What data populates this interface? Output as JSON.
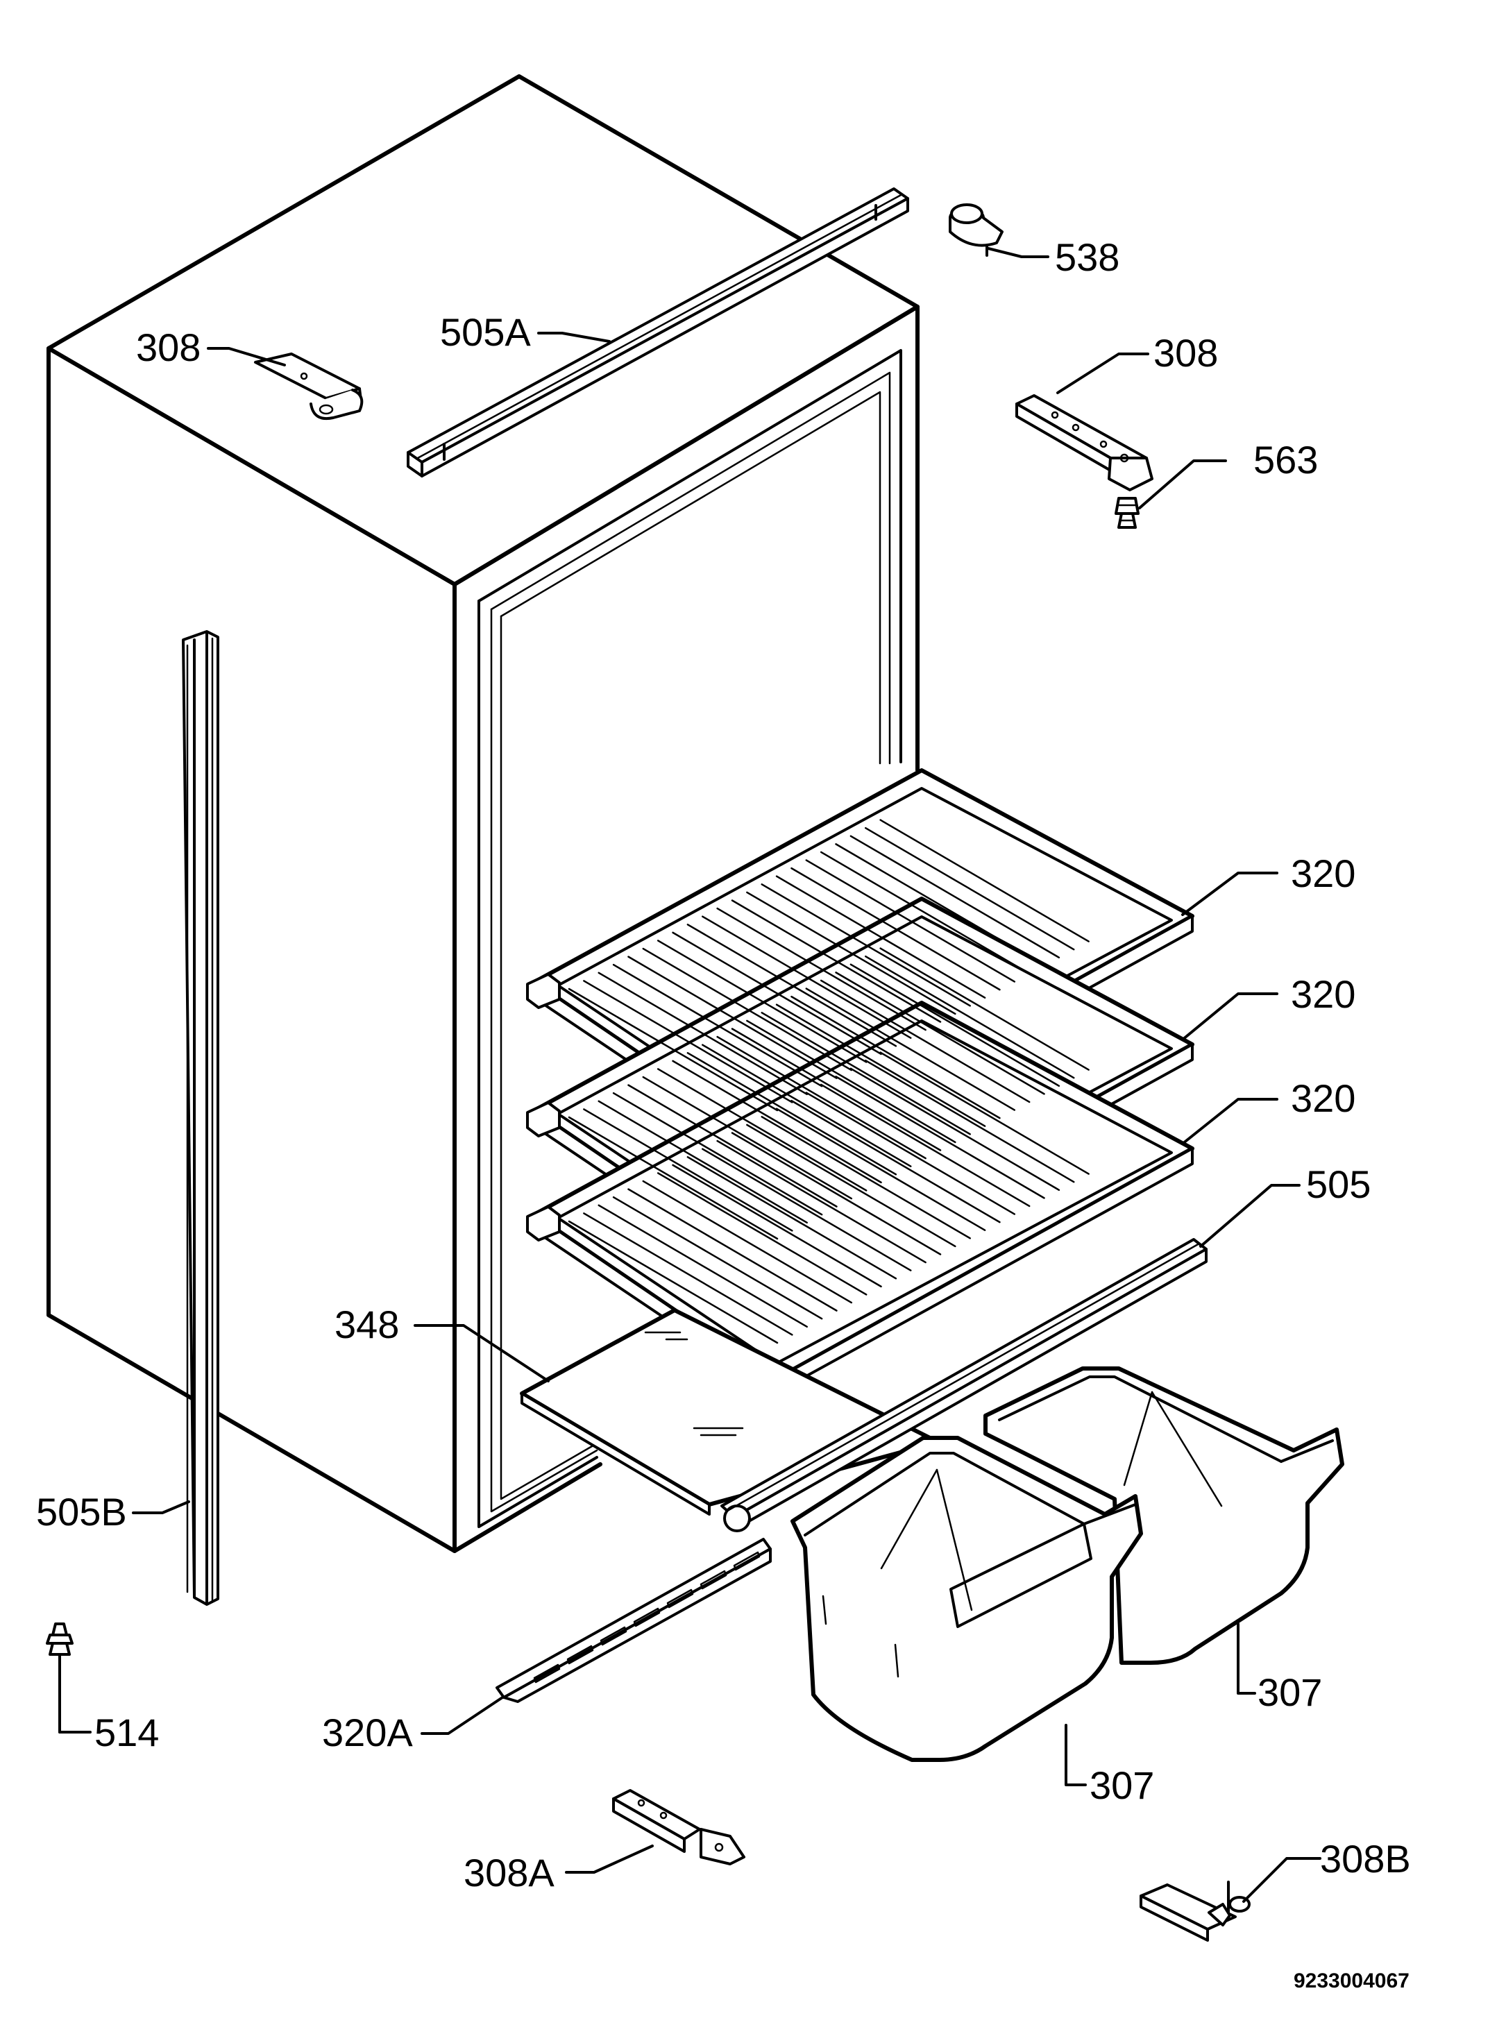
{
  "labels": {
    "l538": "538",
    "l308_top_left": "308",
    "l505a": "505A",
    "l308_top_right": "308",
    "l563": "563",
    "l320_1": "320",
    "l320_2": "320",
    "l320_3": "320",
    "l505": "505",
    "l348": "348",
    "l505b": "505B",
    "l514": "514",
    "l320a": "320A",
    "l307_right": "307",
    "l307_left": "307",
    "l308a": "308A",
    "l308b": "308B"
  },
  "document_id": "9233004067"
}
